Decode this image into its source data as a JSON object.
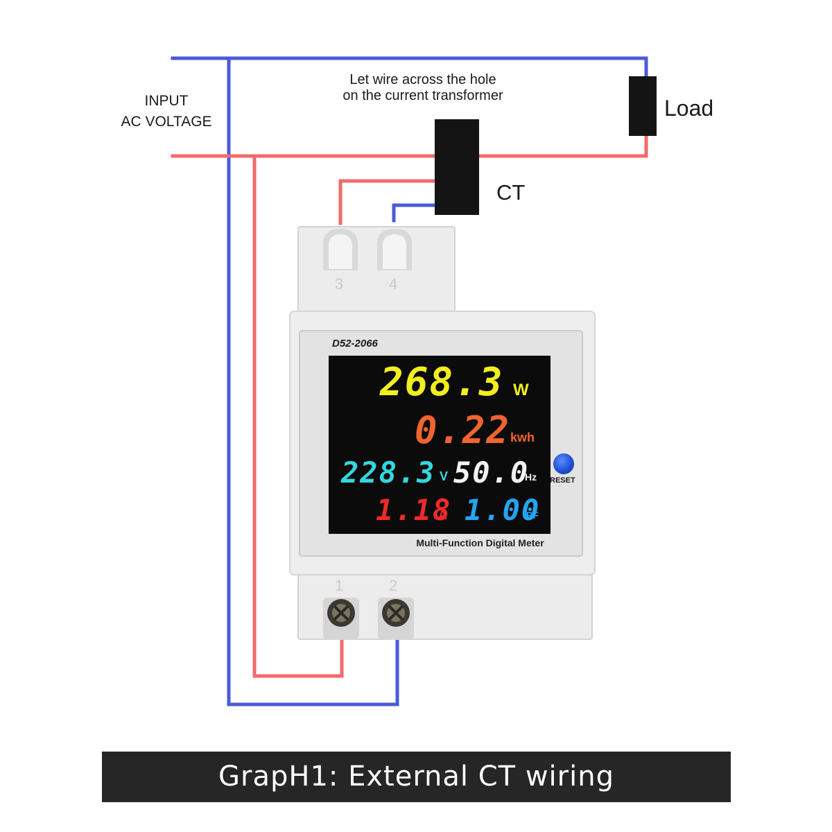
{
  "note": {
    "line1": "Let wire across the hole",
    "line2": "on the current transformer"
  },
  "input": {
    "line1": "INPUT",
    "line2": "AC VOLTAGE"
  },
  "load_label": "Load",
  "ct_label": "CT",
  "terminals": {
    "top": [
      "3",
      "4"
    ],
    "bottom": [
      "1",
      "2"
    ]
  },
  "meter": {
    "model": "D52-2066",
    "name": "Multi-Function Digital Meter",
    "reset_label": "RESET",
    "display": {
      "power": {
        "value": "268.3",
        "unit": "W"
      },
      "energy": {
        "value": "0.22",
        "unit": "kwh"
      },
      "voltage": {
        "value": "228.3",
        "unit": "V"
      },
      "frequency": {
        "value": "50.0",
        "unit": "Hz"
      },
      "current": {
        "value": "1.18",
        "unit": "A"
      },
      "power_factor": {
        "value": "1.00",
        "unit": "PF"
      }
    }
  },
  "colors": {
    "wire_live": "#ef6b6b",
    "wire_neutral": "#4a5bd8",
    "power": "#f2ee1d",
    "energy": "#f06430",
    "voltage": "#33d7e0",
    "frequency": "#f2f2f2",
    "current": "#ef2a2a",
    "power_factor": "#25a4f2",
    "reset": "#1f4fd6"
  },
  "caption": "GrapH1: External CT wiring"
}
